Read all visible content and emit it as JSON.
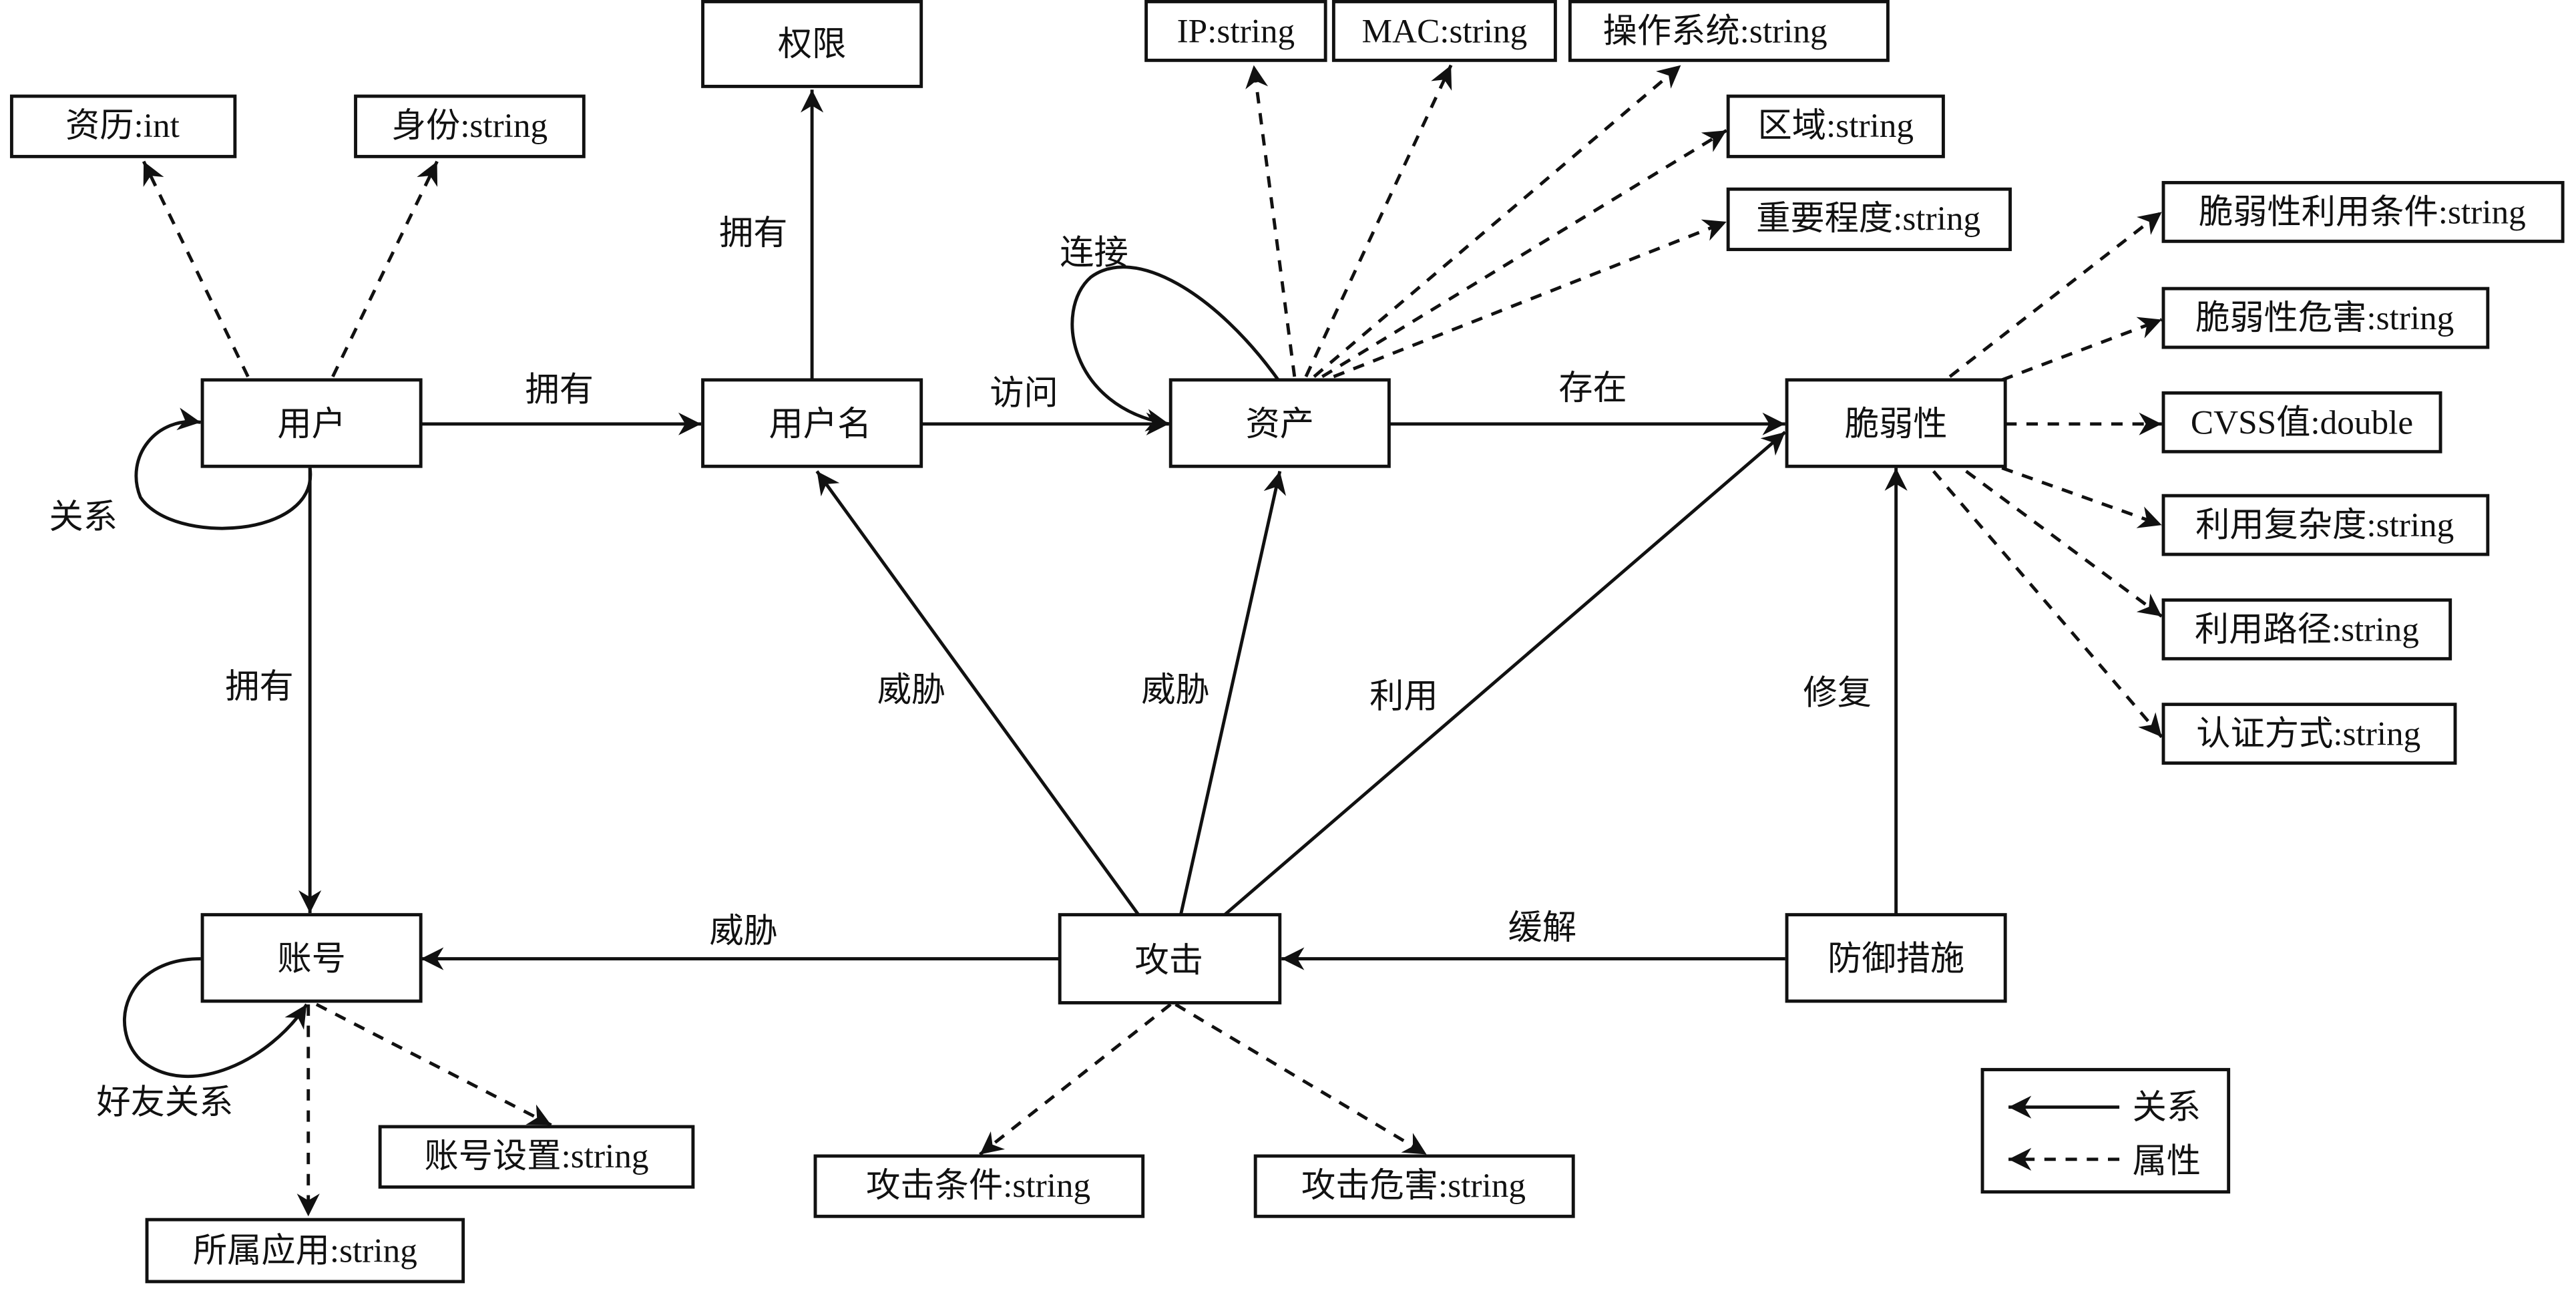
{
  "diagram": {
    "nodes": {
      "user": "用户",
      "username": "用户名",
      "asset": "资产",
      "vulnerability": "脆弱性",
      "permission": "权限",
      "account": "账号",
      "attack": "攻击",
      "defense": "防御措施"
    },
    "attributes": {
      "user_experience": "资历:int",
      "user_identity": "身份:string",
      "asset_ip": "IP:string",
      "asset_mac": "MAC:string",
      "asset_os": "操作系统:string",
      "asset_region": "区域:string",
      "asset_importance": "重要程度:string",
      "vuln_condition": "脆弱性利用条件:string",
      "vuln_harm": "脆弱性危害:string",
      "vuln_cvss": "CVSS值:double",
      "vuln_complexity": "利用复杂度:string",
      "vuln_path": "利用路径:string",
      "vuln_auth": "认证方式:string",
      "account_settings": "账号设置:string",
      "account_app": "所属应用:string",
      "attack_condition": "攻击条件:string",
      "attack_harm": "攻击危害:string"
    },
    "edges": {
      "user_self": "关系",
      "user_has_username": "拥有",
      "username_has_permission": "拥有",
      "username_access_asset": "访问",
      "asset_connect": "连接",
      "asset_exists_vuln": "存在",
      "user_has_account": "拥有",
      "account_friend": "好友关系",
      "attack_threat_username": "威胁",
      "attack_threat_asset": "威胁",
      "attack_exploit_vuln": "利用",
      "attack_threat_account": "威胁",
      "defense_mitigate_attack": "缓解",
      "defense_fix_vuln": "修复"
    },
    "legend": {
      "relation": "关系",
      "attribute": "属性"
    }
  }
}
